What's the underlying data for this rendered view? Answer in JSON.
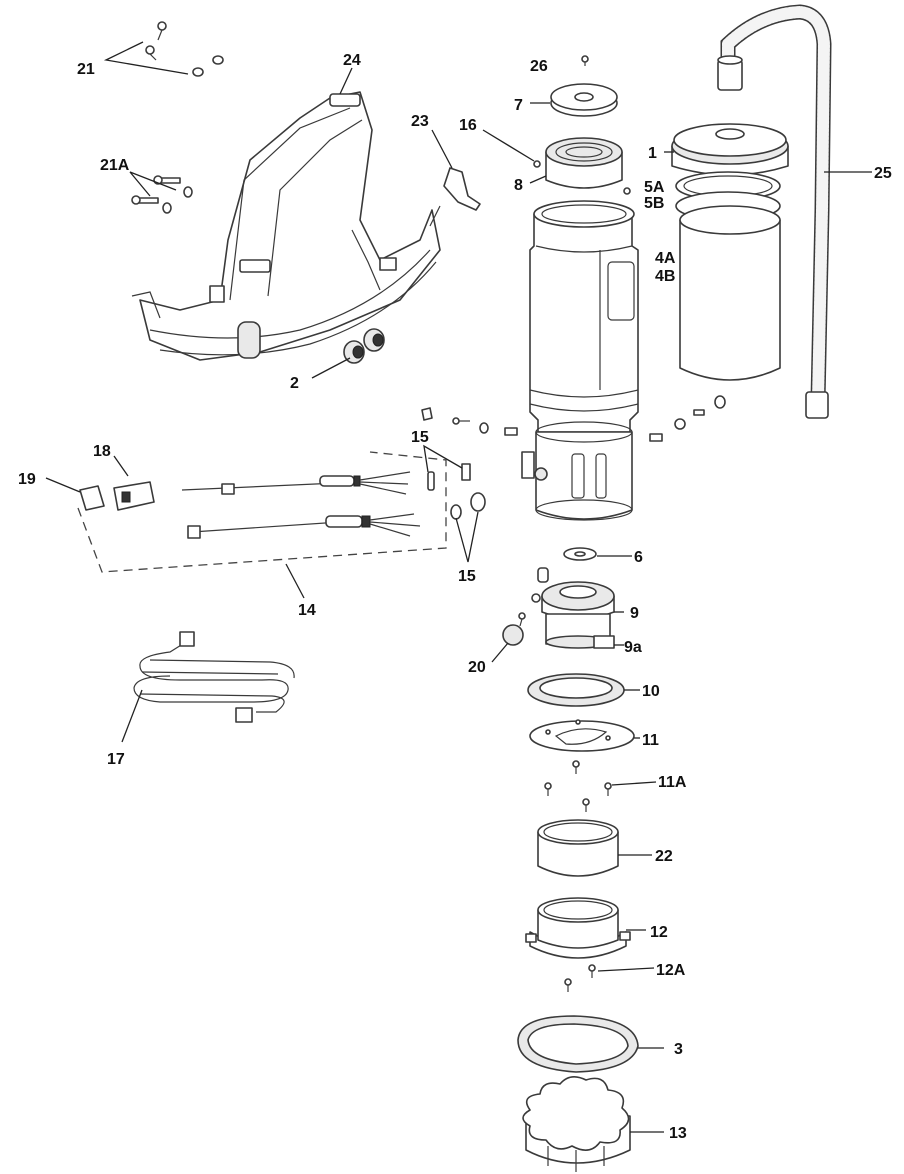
{
  "diagram": {
    "callouts": {
      "c1": "1",
      "c2": "2",
      "c3": "3",
      "c4a": "4A",
      "c4b": "4B",
      "c5a": "5A",
      "c5b": "5B",
      "c6": "6",
      "c7": "7",
      "c8": "8",
      "c9": "9",
      "c9a": "9a",
      "c10": "10",
      "c11": "11",
      "c11a": "11A",
      "c12": "12",
      "c12a": "12A",
      "c13": "13",
      "c14": "14",
      "c15_top": "15",
      "c15_bottom": "15",
      "c16": "16",
      "c17": "17",
      "c18": "18",
      "c19": "19",
      "c20": "20",
      "c21": "21",
      "c21a": "21A",
      "c22": "22",
      "c23": "23",
      "c24": "24",
      "c25": "25",
      "c26": "26"
    }
  }
}
